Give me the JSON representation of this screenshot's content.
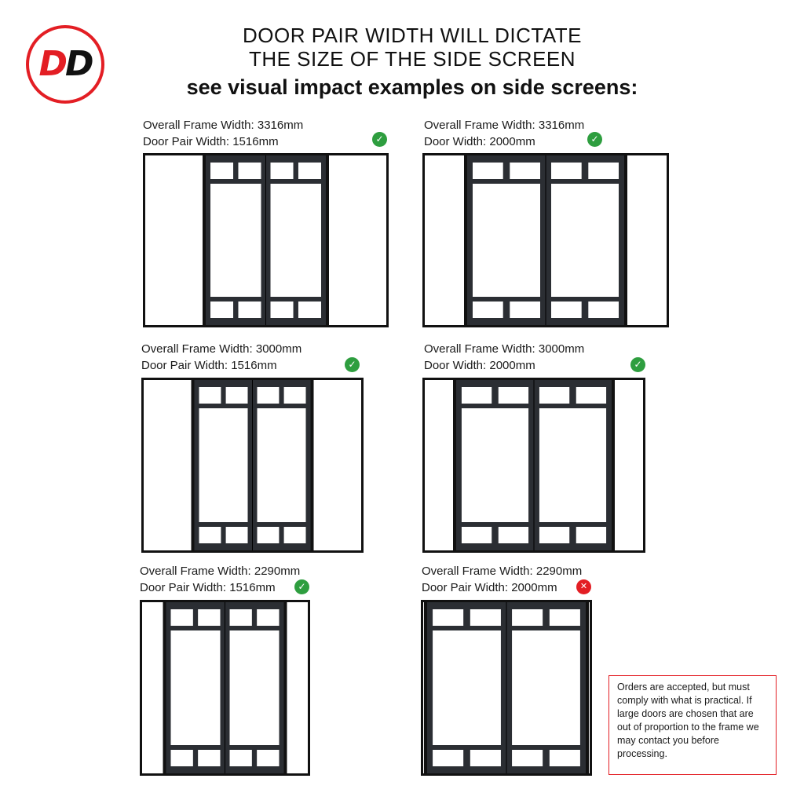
{
  "logo": {
    "letter_1": "D",
    "letter_2": "D",
    "colors": {
      "ring": "#e31e24",
      "first": "#e31e24",
      "second": "#111111"
    }
  },
  "header": {
    "title_line_1": "DOOR PAIR WIDTH WILL DICTATE",
    "title_line_2": "THE SIZE OF THE SIDE SCREEN",
    "subtitle": "see visual impact examples on side screens:"
  },
  "examples": [
    {
      "frame_label": "Overall Frame Width: 3316mm",
      "door_label": "Door Pair Width: 1516mm",
      "frame_width_mm": 3316,
      "door_pair_width_mm": 1516,
      "status": "check-icon",
      "status_color": "#2e9e3f"
    },
    {
      "frame_label": "Overall Frame Width: 3316mm",
      "door_label": "Door Width: 2000mm",
      "frame_width_mm": 3316,
      "door_pair_width_mm": 2000,
      "status": "check-icon",
      "status_color": "#2e9e3f"
    },
    {
      "frame_label": "Overall Frame Width: 3000mm",
      "door_label": "Door Pair Width: 1516mm",
      "frame_width_mm": 3000,
      "door_pair_width_mm": 1516,
      "status": "check-icon",
      "status_color": "#2e9e3f"
    },
    {
      "frame_label": "Overall Frame Width: 3000mm",
      "door_label": "Door Width: 2000mm",
      "frame_width_mm": 3000,
      "door_pair_width_mm": 2000,
      "status": "check-icon",
      "status_color": "#2e9e3f"
    },
    {
      "frame_label": "Overall Frame Width: 2290mm",
      "door_label": "Door Pair Width: 1516mm",
      "frame_width_mm": 2290,
      "door_pair_width_mm": 1516,
      "status": "check-icon",
      "status_color": "#2e9e3f"
    },
    {
      "frame_label": "Overall Frame Width: 2290mm",
      "door_label": "Door Pair Width: 2000mm",
      "frame_width_mm": 2290,
      "door_pair_width_mm": 2000,
      "status": "cross-icon",
      "status_color": "#e31e24"
    }
  ],
  "note": {
    "text": "Orders are accepted, but must comply with what is practical. If large doors are chosen that are out of proportion to the frame we may contact you before processing.",
    "border_color": "#e31e24"
  },
  "colors": {
    "frame": "#111111",
    "door": "#2b2e33",
    "glass": "#ffffff"
  }
}
